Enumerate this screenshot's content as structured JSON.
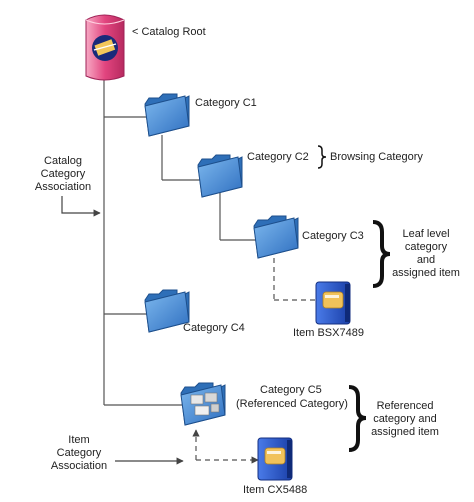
{
  "diagram": {
    "root_label": "< Catalog Root",
    "categories": {
      "c1": "Category C1",
      "c2": "Category C2",
      "c3": "Category C3",
      "c4": "Category C4",
      "c5": "Category C5",
      "c5_note": "(Referenced Category)"
    },
    "items": {
      "bsx": "Item BSX7489",
      "cx": "Item CX5488"
    },
    "annotations": {
      "browsing": "Browsing Category",
      "catalog_assoc": [
        "Catalog",
        "Category",
        "Association"
      ],
      "leaf": [
        "Leaf level",
        "category",
        "and",
        "assigned item"
      ],
      "referenced": [
        "Referenced",
        "category and",
        "assigned item"
      ],
      "item_assoc": [
        "Item",
        "Category",
        "Association"
      ]
    },
    "colors": {
      "folder_front": "#4a90d9",
      "folder_back": "#2e6fb8",
      "root_box": "#e03a78",
      "book_blue": "#1f4fc4"
    }
  }
}
